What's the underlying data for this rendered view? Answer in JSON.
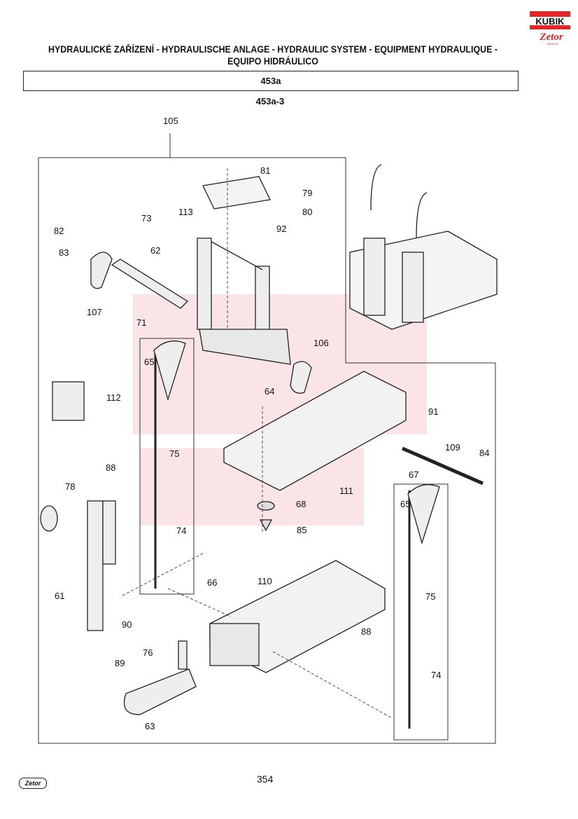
{
  "header": {
    "title_line1": "HYDRAULICKÉ ZAŘÍZENÍ - HYDRAULISCHE ANLAGE - HYDRAULIC SYSTEM - EQUIPMENT HYDRAULIQUE -",
    "title_line2": "EQUIPO HIDRÁULICO",
    "group_code": "453a",
    "figure_code": "453a-3"
  },
  "logo": {
    "brand": "KUBIK",
    "sub": "Zetor",
    "tag": "DEALER",
    "red": "#e0252b"
  },
  "diagram": {
    "callouts": [
      "105",
      "81",
      "79",
      "80",
      "92",
      "73",
      "82",
      "83",
      "62",
      "113",
      "107",
      "71",
      "106",
      "65",
      "64",
      "112",
      "91",
      "109",
      "84",
      "75",
      "67",
      "111",
      "88",
      "68",
      "78",
      "85",
      "65",
      "74",
      "75",
      "66",
      "61",
      "90",
      "110",
      "88",
      "76",
      "74",
      "89",
      "63"
    ]
  },
  "footer": {
    "logo_text": "Zetor",
    "page_number": "354"
  }
}
